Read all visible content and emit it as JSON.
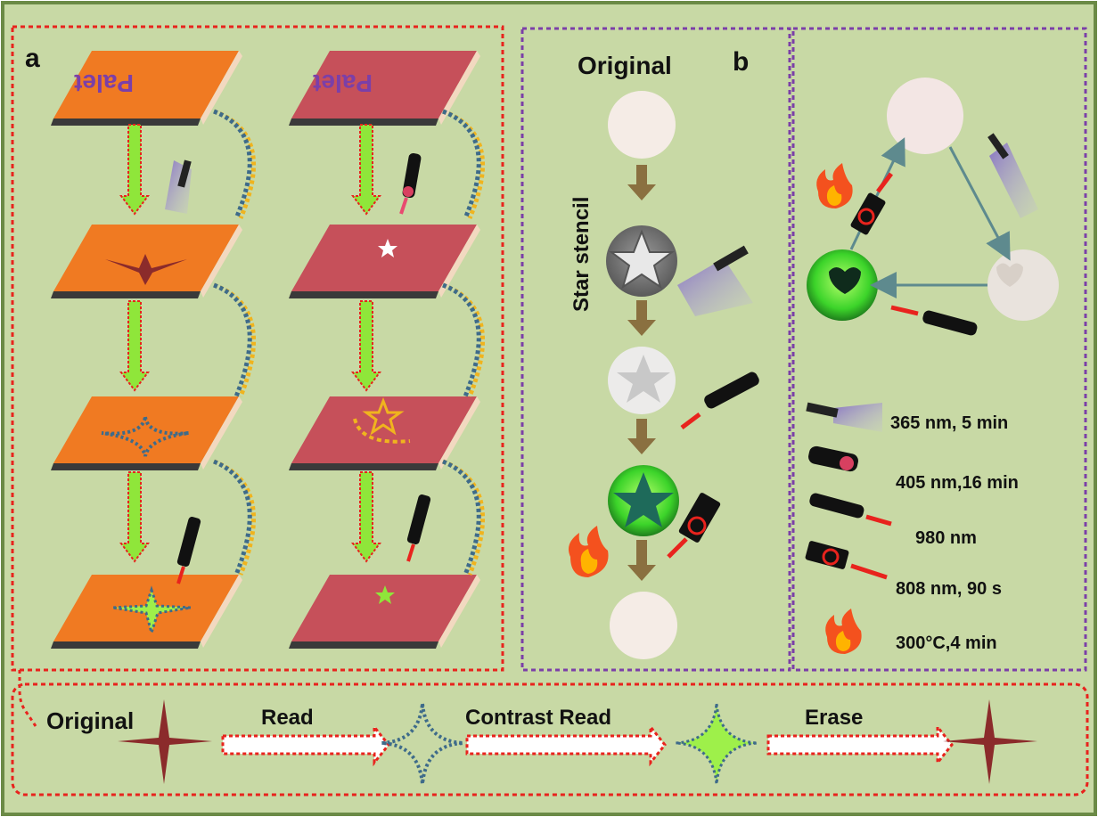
{
  "panel_a": {
    "letter": "a",
    "plate_text": "Palet"
  },
  "panel_b": {
    "letter": "b",
    "original_label": "Original",
    "stencil_label": "Star stencil"
  },
  "legend": {
    "items": [
      {
        "icon": "uv-365-lamp-icon",
        "text": "365 nm, 5 min"
      },
      {
        "icon": "laser-405-icon",
        "text": "405 nm,16 min"
      },
      {
        "icon": "laser-980-icon",
        "text": "980 nm"
      },
      {
        "icon": "laser-808-icon",
        "text": "808  nm, 90 s"
      },
      {
        "icon": "flame-icon",
        "text": "300°C,4 min"
      }
    ]
  },
  "bottom": {
    "original": "Original",
    "read": "Read",
    "contrast_read": "Contrast Read",
    "erase": "Erase"
  },
  "colors": {
    "background": "#c8d9a5",
    "frame": "#6b8a46",
    "red_dash": "#e8231d",
    "purple_dash": "#7b3fa8",
    "orange_plate": "#f07a22",
    "red_plate": "#c6505a",
    "star_dark": "#8b2b2b",
    "dots_blue": "#3e6b8a",
    "green_glow": "#8fe63a"
  }
}
